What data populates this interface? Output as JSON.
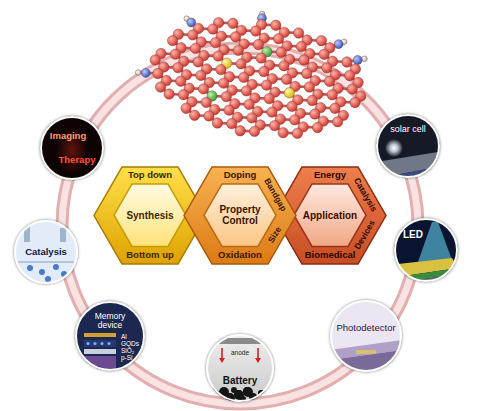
{
  "diagram": {
    "nodes": [
      {
        "text": [
          "Top down",
          "Bottom up"
        ]
      },
      {
        "text": [
          "Synthesis"
        ],
        "in": 0
      },
      {
        "text": [
          "Doping",
          "Bandgap",
          "Size",
          "Oxidation"
        ]
      },
      {
        "text": [
          "Property Control"
        ],
        "in": 2
      },
      {
        "text": [
          "Energy",
          "Catalysis",
          "Devices",
          "Biomedical"
        ]
      },
      {
        "text": [
          "Application"
        ],
        "in": 4
      },
      {
        "text": [
          "Imaging",
          "Therapy"
        ]
      },
      {
        "text": [
          "solar cell"
        ]
      },
      {
        "text": [
          "Catalysis"
        ]
      },
      {
        "text": [
          "LED"
        ]
      },
      {
        "text": [
          "Memory device"
        ]
      },
      {
        "text": [
          "Photodetector"
        ]
      },
      {
        "text": [
          "Battery"
        ]
      }
    ],
    "labels": [
      "Al",
      "GQDs",
      "SiO₂",
      "p-Si",
      "anode"
    ]
  }
}
